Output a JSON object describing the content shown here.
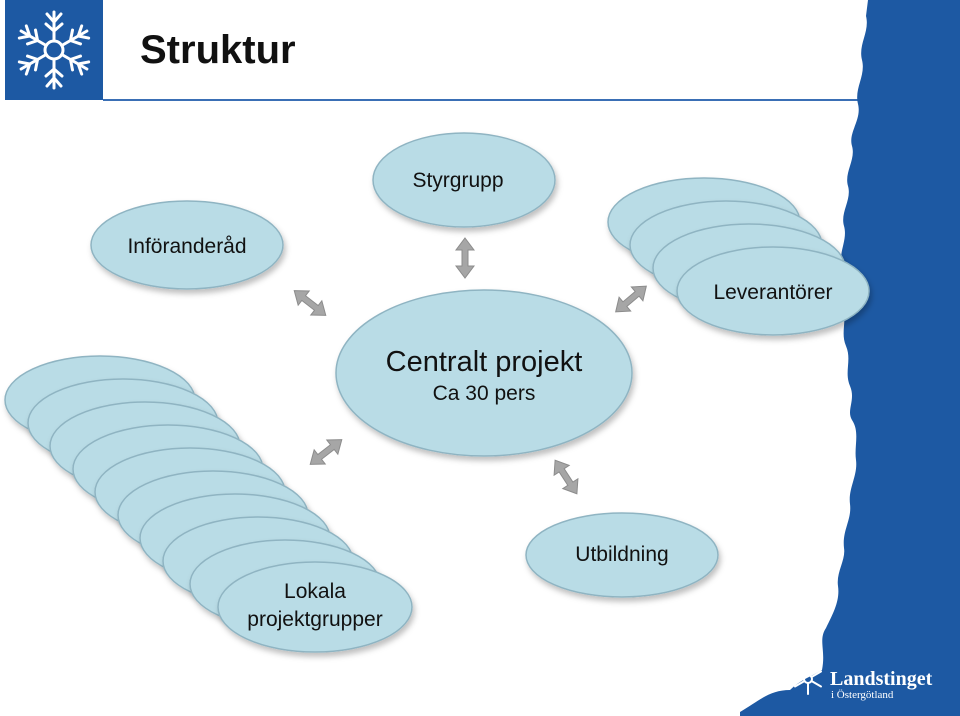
{
  "title": "Struktur",
  "colors": {
    "accent_blue": "#1d59a3",
    "ellipse_fill": "#b9dce6",
    "ellipse_stroke": "#8fb4c2",
    "arrow_fill": "#a6a6a6"
  },
  "nodes": {
    "styrgrupp": "Styrgrupp",
    "inforanderad": "Införanderåd",
    "central_title": "Centralt projekt",
    "central_sub": "Ca 30 pers",
    "leverantorer": "Leverantörer",
    "utbildning": "Utbildning",
    "lokala_line1": "Lokala",
    "lokala_line2": "projektgrupper"
  },
  "logo": {
    "brand_name": "Landstinget",
    "brand_sub": "i Östergötland"
  }
}
